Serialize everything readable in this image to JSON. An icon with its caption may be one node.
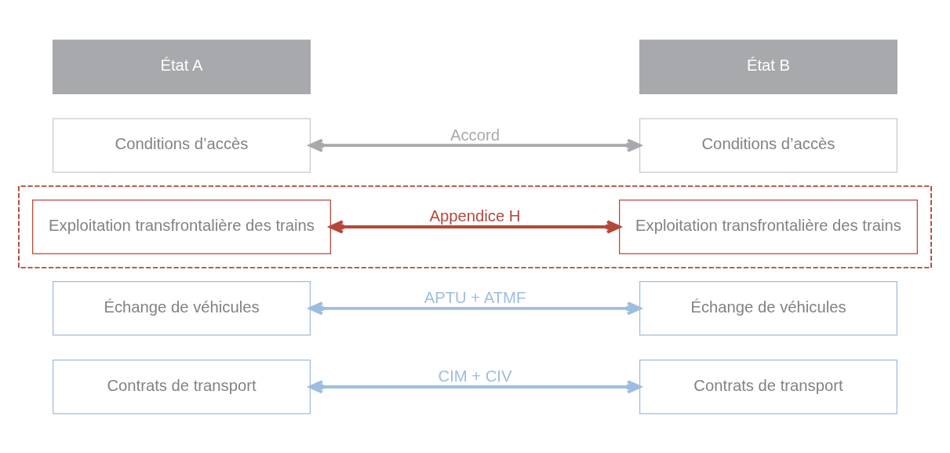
{
  "diagram": {
    "nodes": [
      {
        "text": [
          "État A"
        ]
      },
      {
        "text": [
          "État B"
        ]
      },
      {
        "text": [
          "Conditions d’accès"
        ]
      },
      {
        "text": [
          "Conditions d’accès"
        ]
      },
      {
        "text": [],
        "shape": "box"
      },
      {
        "text": [
          "Exploitation transfrontalière des trains"
        ],
        "in": 4
      },
      {
        "text": [
          "Exploitation transfrontalière des trains"
        ],
        "in": 4
      },
      {
        "text": [
          "Échange de véhicules"
        ]
      },
      {
        "text": [
          "Échange de véhicules"
        ]
      },
      {
        "text": [
          "Contrats de transport"
        ]
      },
      {
        "text": [
          "Contrats de transport"
        ]
      }
    ],
    "edges": [
      {
        "from": 2,
        "to": 3,
        "arrow": "both",
        "label": "Accord",
        "color": "#a7a9ac"
      },
      {
        "from": 5,
        "to": 6,
        "arrow": "both",
        "label": "Appendice H",
        "color": "#b5473a"
      },
      {
        "from": 7,
        "to": 8,
        "arrow": "both",
        "label": "APTU + ATMF",
        "color": "#9dbde0"
      },
      {
        "from": 9,
        "to": 10,
        "arrow": "both",
        "label": "CIM + CIV",
        "color": "#9dbde0"
      }
    ]
  }
}
